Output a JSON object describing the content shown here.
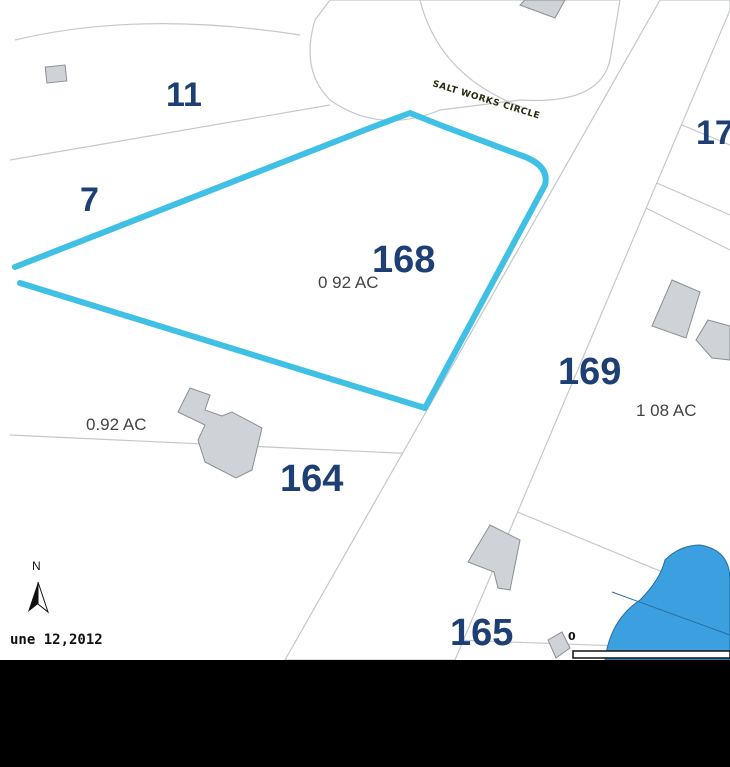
{
  "map": {
    "parcel_labels": [
      "11",
      "17",
      "7",
      "168",
      "169",
      "164",
      "165"
    ],
    "acreage_labels": [
      "0 92 AC",
      "0.92 AC",
      "1 08 AC"
    ],
    "street_name": "SALT WORKS CIRCLE",
    "north_label": "N",
    "date_text": "une 12,2012",
    "scale_start": "0",
    "colors": {
      "highlight_outline": "#3fc0e4",
      "road": "#ffffff",
      "building": "#cfd3d8",
      "water": "#3b9fe0",
      "parcel_text": "#1d3f73",
      "redaction": "#000000"
    },
    "icons": [
      "north-arrow-icon"
    ]
  }
}
